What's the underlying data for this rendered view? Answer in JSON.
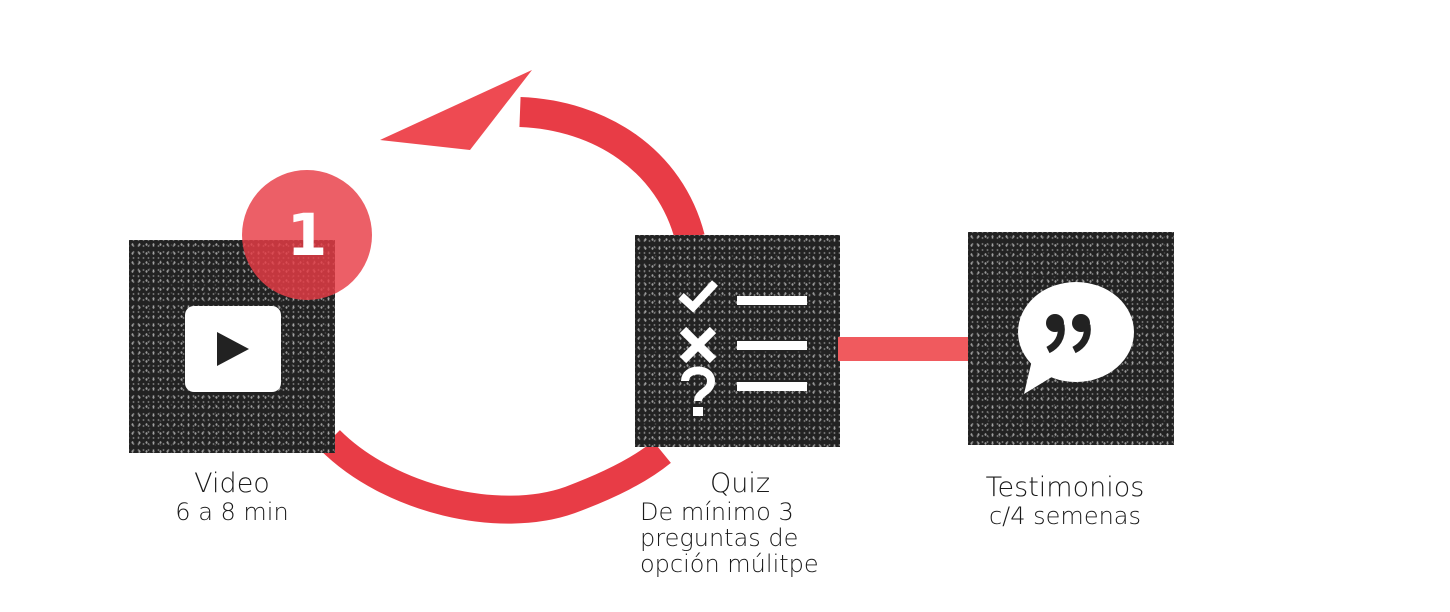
{
  "steps": [
    {
      "title": "Video",
      "sub": "6 a 8 min",
      "icon": "play-icon"
    },
    {
      "title": "Quiz",
      "sub": "De mínimo 3\npreguntas de\nopción múlitpe",
      "icon": "checklist-icon"
    },
    {
      "title": "Testimonios",
      "sub": "c/4 semenas",
      "icon": "quote-bubble-icon"
    }
  ],
  "badge": {
    "number": "1"
  },
  "colors": {
    "accent": "#e83c46",
    "box": "#222222",
    "connector": "#f05a5e"
  }
}
